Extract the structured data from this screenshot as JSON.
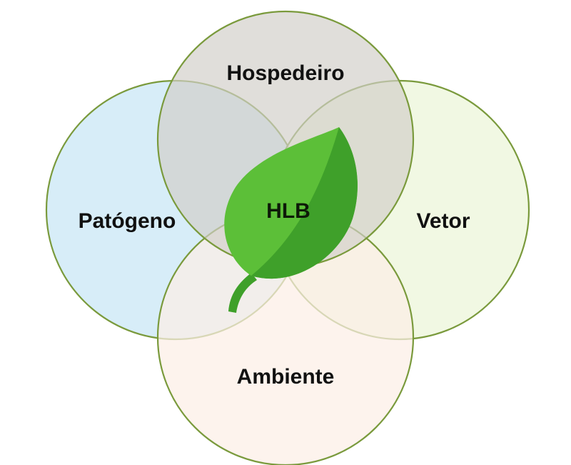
{
  "diagram": {
    "center": {
      "label": "HLB",
      "icon": "leaf-icon"
    },
    "sets": {
      "host": {
        "label": "Hospedeiro",
        "fill": "#d2cfc9"
      },
      "pathogen": {
        "label": "Patógeno",
        "fill": "#cde9f6"
      },
      "vector": {
        "label": "Vetor",
        "fill": "#eef6dc"
      },
      "environment": {
        "label": "Ambiente",
        "fill": "#fcefe6"
      }
    },
    "colors": {
      "outline": "#7a9a3c",
      "leaf_light": "#5cbf38",
      "leaf_dark": "#3fa02a"
    }
  }
}
